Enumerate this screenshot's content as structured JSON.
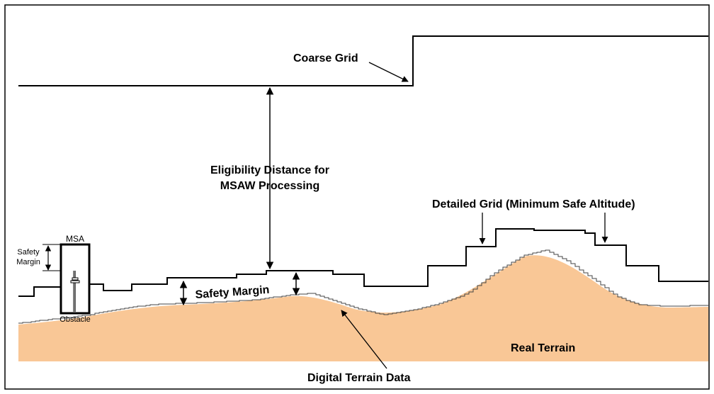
{
  "labels": {
    "coarse_grid": "Coarse Grid",
    "eligibility_line1": "Eligibility Distance for",
    "eligibility_line2": "MSAW Processing",
    "detailed_grid": "Detailed Grid (Minimum Safe Altitude)",
    "safety_margin": "Safety Margin",
    "real_terrain": "Real Terrain",
    "digital_terrain": "Digital Terrain Data",
    "msa": "MSA",
    "safety_margin_small_line1": "Safety",
    "safety_margin_small_line2": "Margin",
    "obstacle": "Obstacle"
  },
  "colors": {
    "terrain": "#F9C796",
    "line": "#000000",
    "background": "#FFFFFF"
  }
}
